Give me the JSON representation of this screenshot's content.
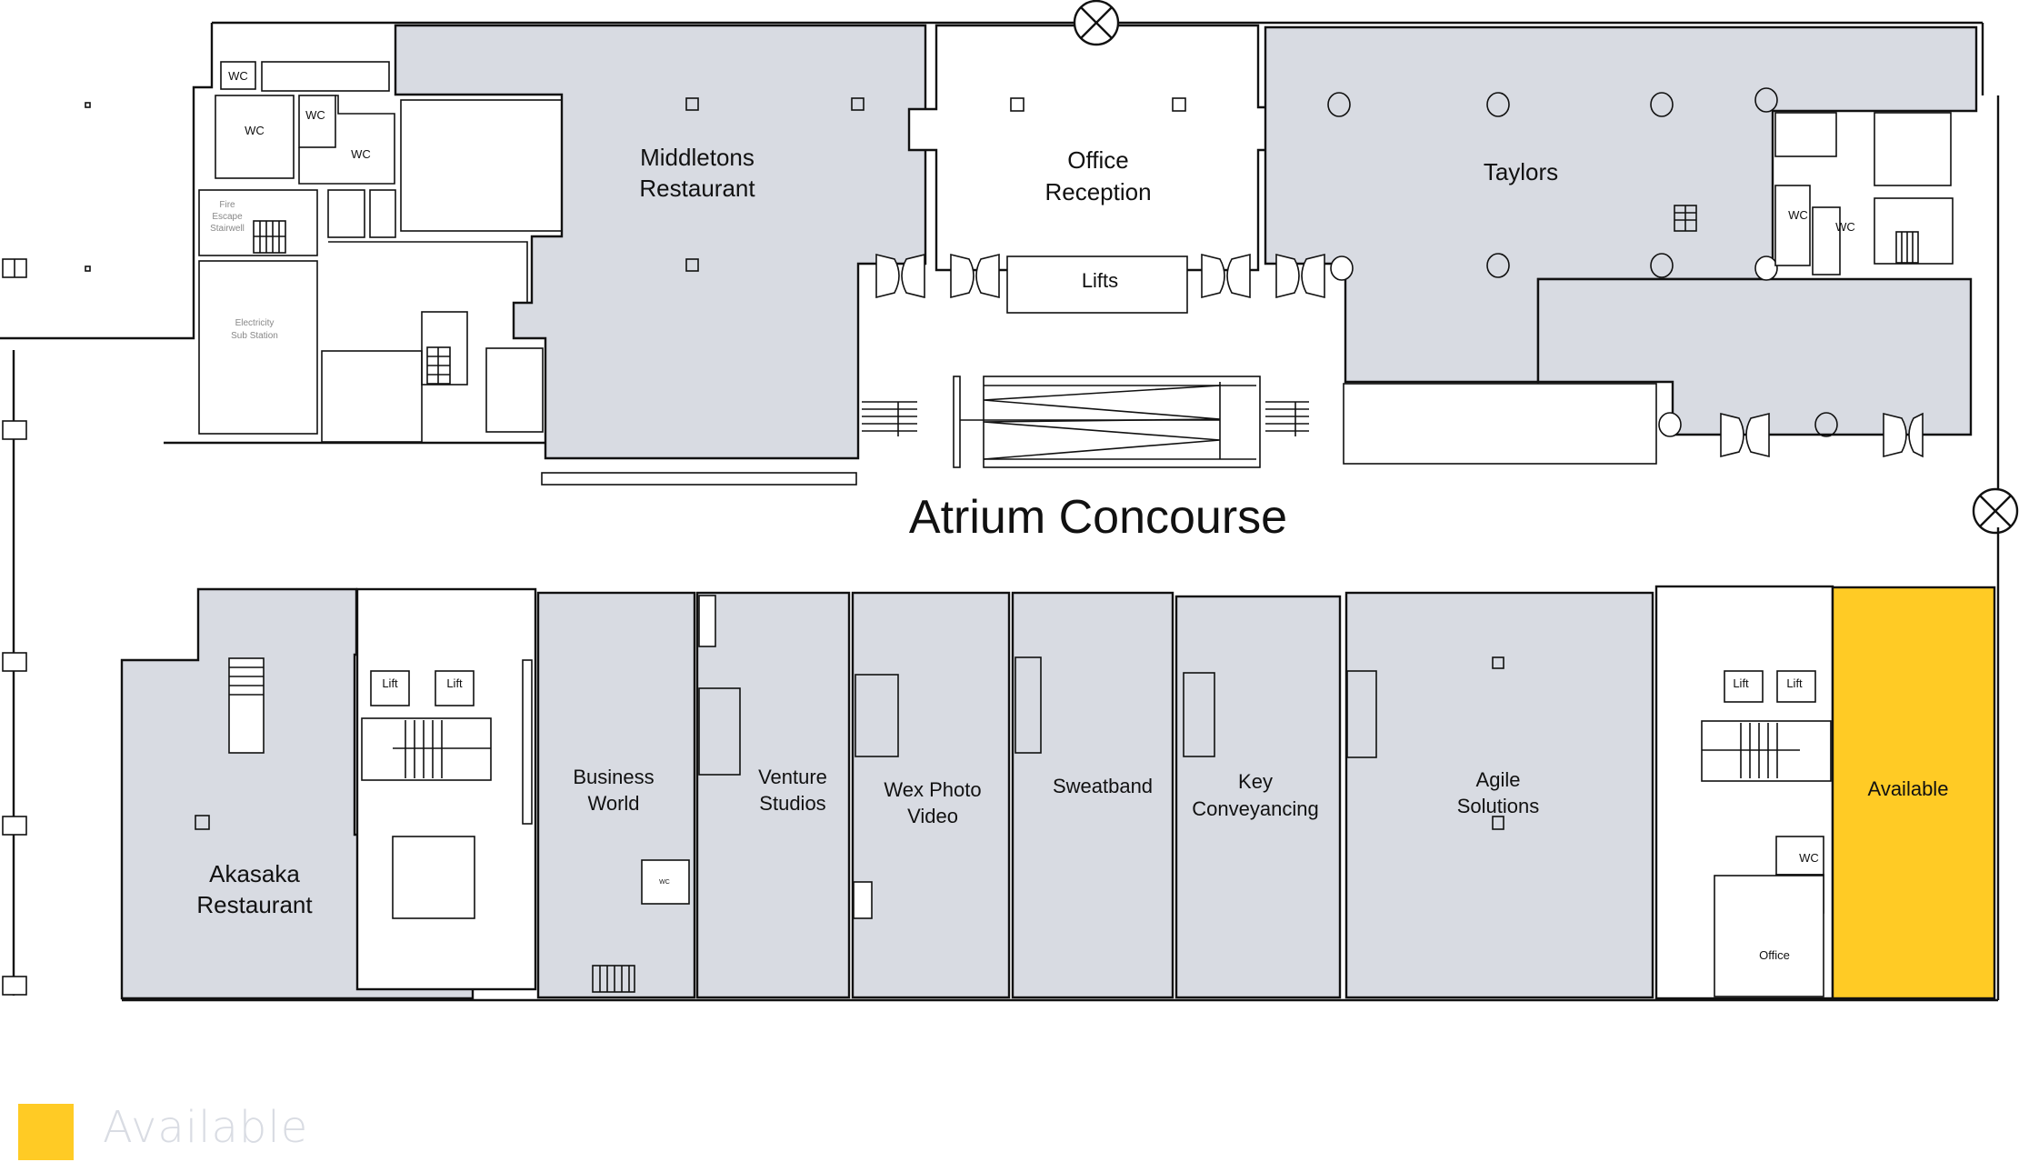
{
  "plan": {
    "title": "Atrium Concourse",
    "colors": {
      "let_fill": "#d8dbe2",
      "available_fill": "#ffcb25",
      "wall": "#111111",
      "legend_text": "#d9dce3"
    },
    "upper_units": [
      {
        "id": "middletons",
        "line1": "Middletons",
        "line2": "Restaurant",
        "status": "let"
      },
      {
        "id": "office-reception",
        "line1": "Office",
        "line2": "Reception",
        "status": "common"
      },
      {
        "id": "taylors",
        "line1": "Taylors",
        "line2": "",
        "status": "let"
      }
    ],
    "lower_units": [
      {
        "id": "akasaka",
        "line1": "Akasaka",
        "line2": "Restaurant",
        "status": "let"
      },
      {
        "id": "business-world",
        "line1": "Business",
        "line2": "World",
        "status": "let"
      },
      {
        "id": "venture-studios",
        "line1": "Venture",
        "line2": "Studios",
        "status": "let"
      },
      {
        "id": "wex-photo-video",
        "line1": "Wex Photo",
        "line2": "Video",
        "status": "let"
      },
      {
        "id": "sweatband",
        "line1": "Sweatband",
        "line2": "",
        "status": "let"
      },
      {
        "id": "key-conveyancing",
        "line1": "Key",
        "line2": "Conveyancing",
        "status": "let"
      },
      {
        "id": "agile-solutions",
        "line1": "Agile",
        "line2": "Solutions",
        "status": "let"
      },
      {
        "id": "available-unit",
        "line1": "Available",
        "line2": "",
        "status": "available"
      }
    ],
    "service_labels": {
      "lifts": "Lifts",
      "lift": "Lift",
      "wc": "WC",
      "office": "Office",
      "fire_escape_1": "Fire",
      "fire_escape_2": "Escape",
      "fire_escape_3": "Stairwell",
      "electricity_1": "Electricity",
      "electricity_2": "Sub Station",
      "wc_small": "WC"
    }
  },
  "legend": {
    "items": [
      {
        "label": "Available",
        "color": "#ffcb25"
      }
    ]
  }
}
